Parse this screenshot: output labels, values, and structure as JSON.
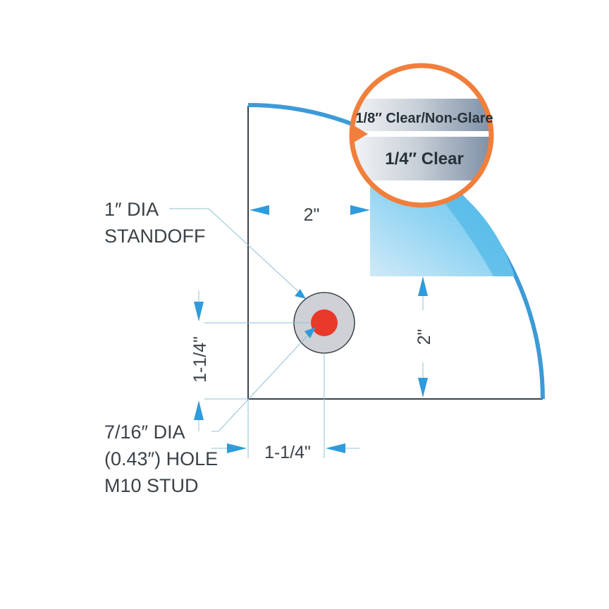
{
  "labels": {
    "standoff_line1": "1″ DIA",
    "standoff_line2": "STANDOFF",
    "hole_line1": "7/16″ DIA",
    "hole_line2": "(0.43″) HOLE",
    "hole_line3": "M10 STUD"
  },
  "dimensions": {
    "top_horizontal": "2\"",
    "right_vertical": "2\"",
    "left_vertical": "1-1/4\"",
    "bottom_horizontal": "1-1/4\""
  },
  "magnifier": {
    "top_layer": "1/8″ Clear/Non-Glare",
    "bottom_layer": "1/4″ Clear"
  },
  "colors": {
    "arc": "#3d9ad7",
    "arrow": "#2f9bdb",
    "hole": "#e8392a",
    "standoff": "#cfd1d6",
    "magnifier_ring": "#f07f3c",
    "glass": "#7fcdf0",
    "outline": "#3a4248"
  }
}
